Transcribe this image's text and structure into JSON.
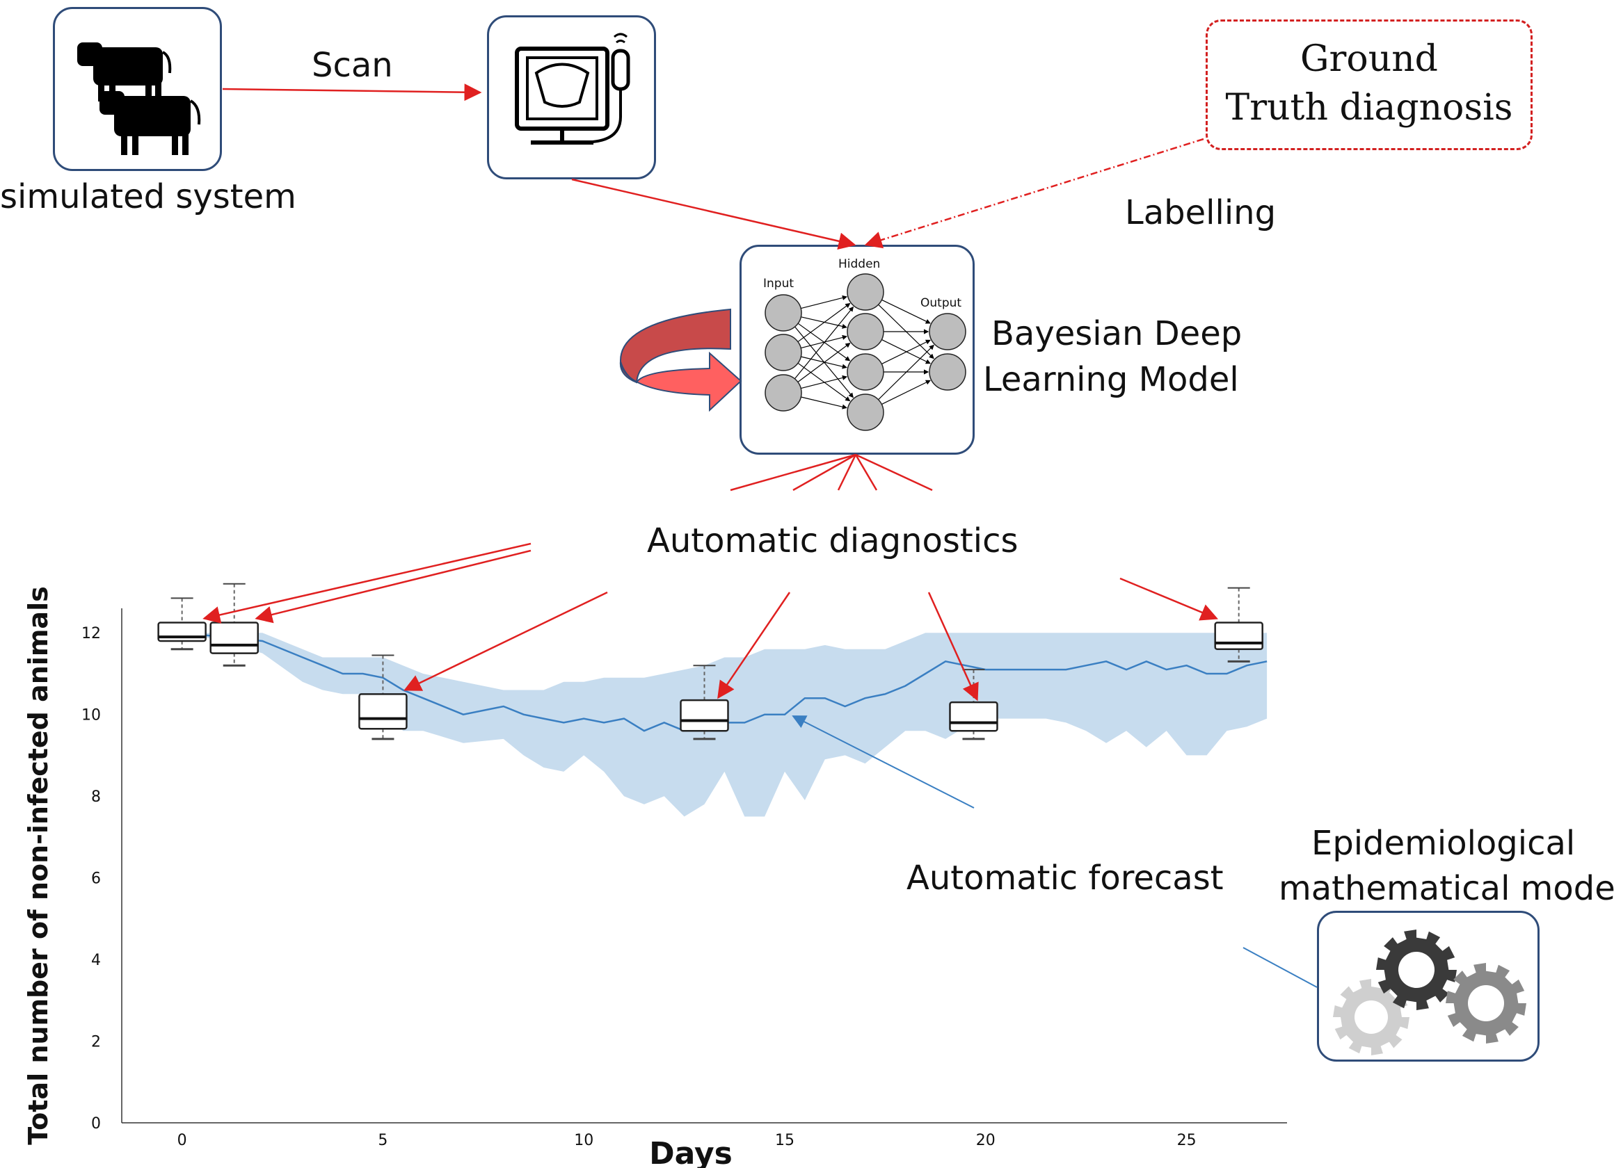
{
  "labels": {
    "simulated_system": "simulated system",
    "scan": "Scan",
    "ground_truth": [
      "Ground",
      "Truth diagnosis"
    ],
    "labelling": "Labelling",
    "bdl_model": [
      "Bayesian Deep",
      "Learning Model"
    ],
    "automatic_diagnostics": "Automatic diagnostics",
    "automatic_forecast": "Automatic forecast",
    "epi_model": [
      "Epidemiological",
      "mathematical model"
    ]
  },
  "nn": {
    "input": "Input",
    "hidden": "Hidden",
    "output": "Output"
  },
  "icons": {
    "cows": "cow-silhouettes-icon",
    "ultrasound": "ultrasound-machine-icon",
    "recurrent": "recurrent-arrow-icon",
    "gears": "gears-icon"
  },
  "colors": {
    "arrow": "#e02020",
    "box_border": "#2f4c79",
    "forecast_line": "#3a7fc2",
    "forecast_band": "#c7dcee"
  },
  "chart_data": {
    "type": "line",
    "xlabel": "Days",
    "ylabel": "Total number of non-infected animals",
    "xlim": [
      -1.5,
      27.5
    ],
    "ylim": [
      0,
      12.6
    ],
    "xticks": [
      0,
      5,
      10,
      15,
      20,
      25
    ],
    "yticks": [
      0,
      2,
      4,
      6,
      8,
      10,
      12
    ],
    "forecast": {
      "x": [
        0,
        1,
        2,
        3,
        3.5,
        4,
        4.5,
        5,
        5.5,
        6,
        7,
        8,
        8.5,
        9,
        9.5,
        10,
        10.5,
        11,
        11.5,
        12,
        12.5,
        13,
        13.5,
        14,
        14.5,
        15,
        15.5,
        16,
        16.5,
        17,
        17.5,
        18,
        18.5,
        19,
        19.5,
        20,
        20.5,
        21,
        21.5,
        22,
        22.5,
        23,
        23.5,
        24,
        24.5,
        25,
        25.5,
        26,
        26.5,
        27
      ],
      "y": [
        12,
        11.9,
        11.8,
        11.4,
        11.2,
        11.0,
        11.0,
        10.9,
        10.6,
        10.4,
        10.0,
        10.2,
        10.0,
        9.9,
        9.8,
        9.9,
        9.8,
        9.9,
        9.6,
        9.8,
        9.6,
        9.7,
        9.8,
        9.8,
        10.0,
        10.0,
        10.4,
        10.4,
        10.2,
        10.4,
        10.5,
        10.7,
        11.0,
        11.3,
        11.2,
        11.1,
        11.1,
        11.1,
        11.1,
        11.1,
        11.2,
        11.3,
        11.1,
        11.3,
        11.1,
        11.2,
        11.0,
        11.0,
        11.2,
        11.3
      ]
    },
    "band_upper": [
      12,
      12,
      12,
      11.6,
      11.4,
      11.4,
      11.4,
      11.4,
      11.2,
      11.0,
      10.8,
      10.6,
      10.6,
      10.6,
      10.8,
      10.8,
      10.9,
      10.9,
      10.9,
      11.0,
      11.1,
      11.2,
      11.4,
      11.4,
      11.6,
      11.6,
      11.6,
      11.7,
      11.6,
      11.6,
      11.6,
      11.8,
      12,
      12,
      12,
      12,
      12,
      12,
      12,
      12,
      12,
      12,
      12,
      12,
      12,
      12,
      12,
      12,
      12,
      12
    ],
    "band_lower": [
      12,
      11.8,
      11.5,
      10.8,
      10.6,
      10.5,
      10.5,
      10.3,
      9.6,
      9.6,
      9.3,
      9.4,
      9.0,
      8.7,
      8.6,
      9.0,
      8.6,
      8.0,
      7.8,
      8.0,
      7.5,
      7.8,
      8.6,
      7.5,
      7.5,
      8.6,
      7.9,
      8.9,
      9.0,
      8.8,
      9.2,
      9.6,
      9.6,
      9.4,
      9.7,
      9.9,
      9.9,
      9.9,
      9.9,
      9.8,
      9.6,
      9.3,
      9.6,
      9.2,
      9.6,
      9.0,
      9.0,
      9.6,
      9.7,
      9.9
    ],
    "boxes": [
      {
        "x": 0,
        "min": 11.6,
        "q1": 11.8,
        "median": 11.9,
        "q3": 12.25,
        "max": 12.85
      },
      {
        "x": 1.3,
        "min": 11.2,
        "q1": 11.5,
        "median": 11.7,
        "q3": 12.25,
        "max": 13.2
      },
      {
        "x": 5,
        "min": 9.4,
        "q1": 9.65,
        "median": 9.9,
        "q3": 10.5,
        "max": 11.45
      },
      {
        "x": 13,
        "min": 9.4,
        "q1": 9.6,
        "median": 9.85,
        "q3": 10.35,
        "max": 11.2
      },
      {
        "x": 19.7,
        "min": 9.4,
        "q1": 9.6,
        "median": 9.8,
        "q3": 10.3,
        "max": 11.1
      },
      {
        "x": 26.3,
        "min": 11.3,
        "q1": 11.6,
        "median": 11.75,
        "q3": 12.25,
        "max": 13.1
      }
    ]
  }
}
